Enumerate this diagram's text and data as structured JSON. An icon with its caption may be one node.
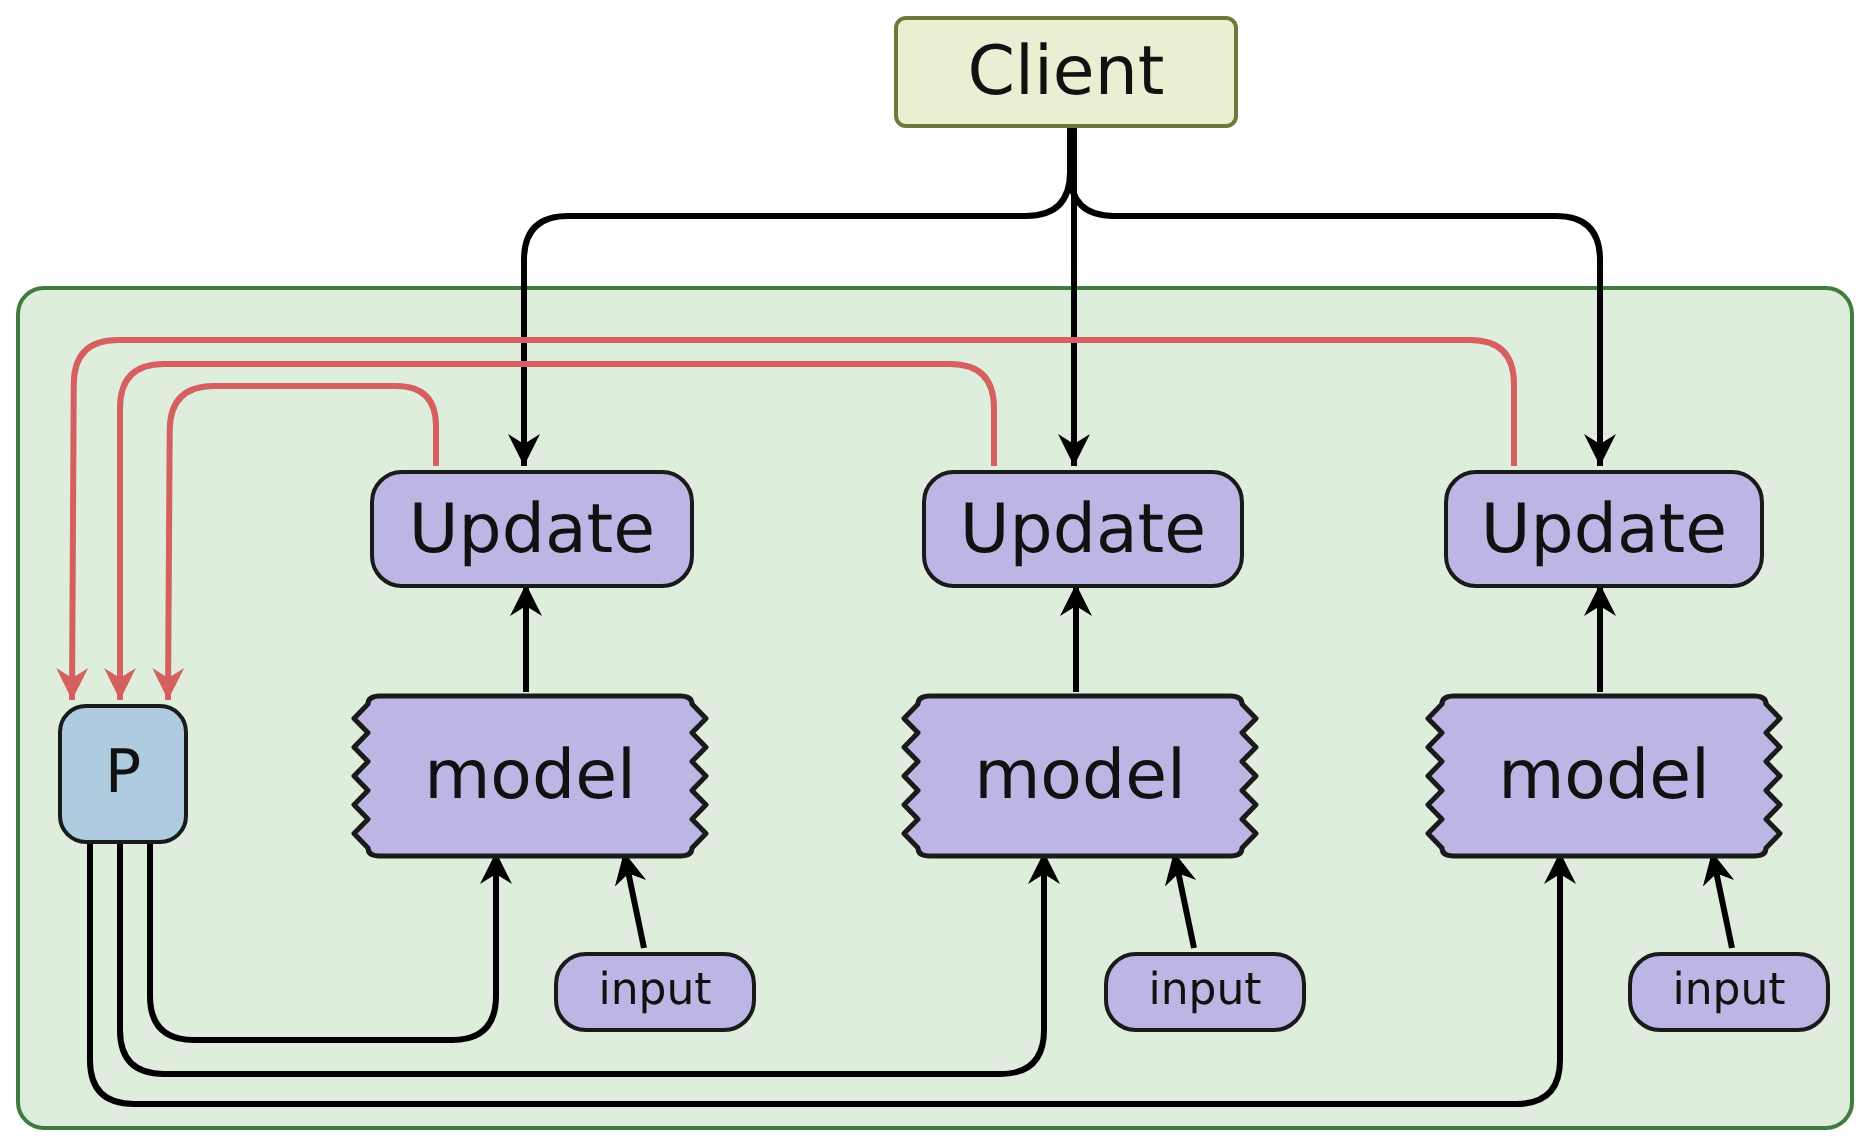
{
  "diagram": {
    "nodes": [
      {
        "text": [
          "Client"
        ]
      },
      {
        "text": [],
        "shape": "box"
      },
      {
        "text": [
          "Update"
        ],
        "in": 1
      },
      {
        "text": [
          "Update"
        ],
        "in": 1
      },
      {
        "text": [
          "Update"
        ],
        "in": 1
      },
      {
        "text": [
          "P"
        ],
        "in": 1
      },
      {
        "text": [
          "model"
        ],
        "in": 1
      },
      {
        "text": [
          "model"
        ],
        "in": 1
      },
      {
        "text": [
          "model"
        ],
        "in": 1
      },
      {
        "text": [
          "input"
        ],
        "in": 1
      },
      {
        "text": [
          "input"
        ],
        "in": 1
      },
      {
        "text": [
          "input"
        ],
        "in": 1
      }
    ],
    "edges": [
      {
        "from": 0,
        "to": 2,
        "arrow": "to"
      },
      {
        "from": 0,
        "to": 3,
        "arrow": "to"
      },
      {
        "from": 0,
        "to": 4,
        "arrow": "to"
      },
      {
        "from": 2,
        "to": 5,
        "arrow": "to",
        "color": "#d65f5f"
      },
      {
        "from": 3,
        "to": 5,
        "arrow": "to",
        "color": "#d65f5f"
      },
      {
        "from": 4,
        "to": 5,
        "arrow": "to",
        "color": "#d65f5f"
      },
      {
        "from": 6,
        "to": 2,
        "arrow": "to"
      },
      {
        "from": 7,
        "to": 3,
        "arrow": "to"
      },
      {
        "from": 8,
        "to": 4,
        "arrow": "to"
      },
      {
        "from": 5,
        "to": 6,
        "arrow": "to"
      },
      {
        "from": 5,
        "to": 7,
        "arrow": "to"
      },
      {
        "from": 5,
        "to": 8,
        "arrow": "to"
      },
      {
        "from": 9,
        "to": 6,
        "arrow": "to"
      },
      {
        "from": 10,
        "to": 7,
        "arrow": "to"
      },
      {
        "from": 11,
        "to": 8,
        "arrow": "to"
      }
    ]
  }
}
